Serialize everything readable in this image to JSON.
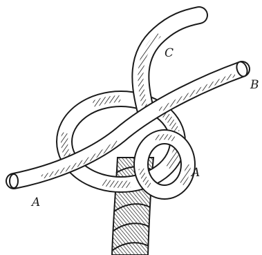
{
  "figure": {
    "kind": "knot-illustration",
    "ink_color": "#1a1a1a",
    "paper_color": "#ffffff",
    "labels": {
      "a_left": "A",
      "a_right": "A",
      "b": "B",
      "c": "C"
    }
  }
}
